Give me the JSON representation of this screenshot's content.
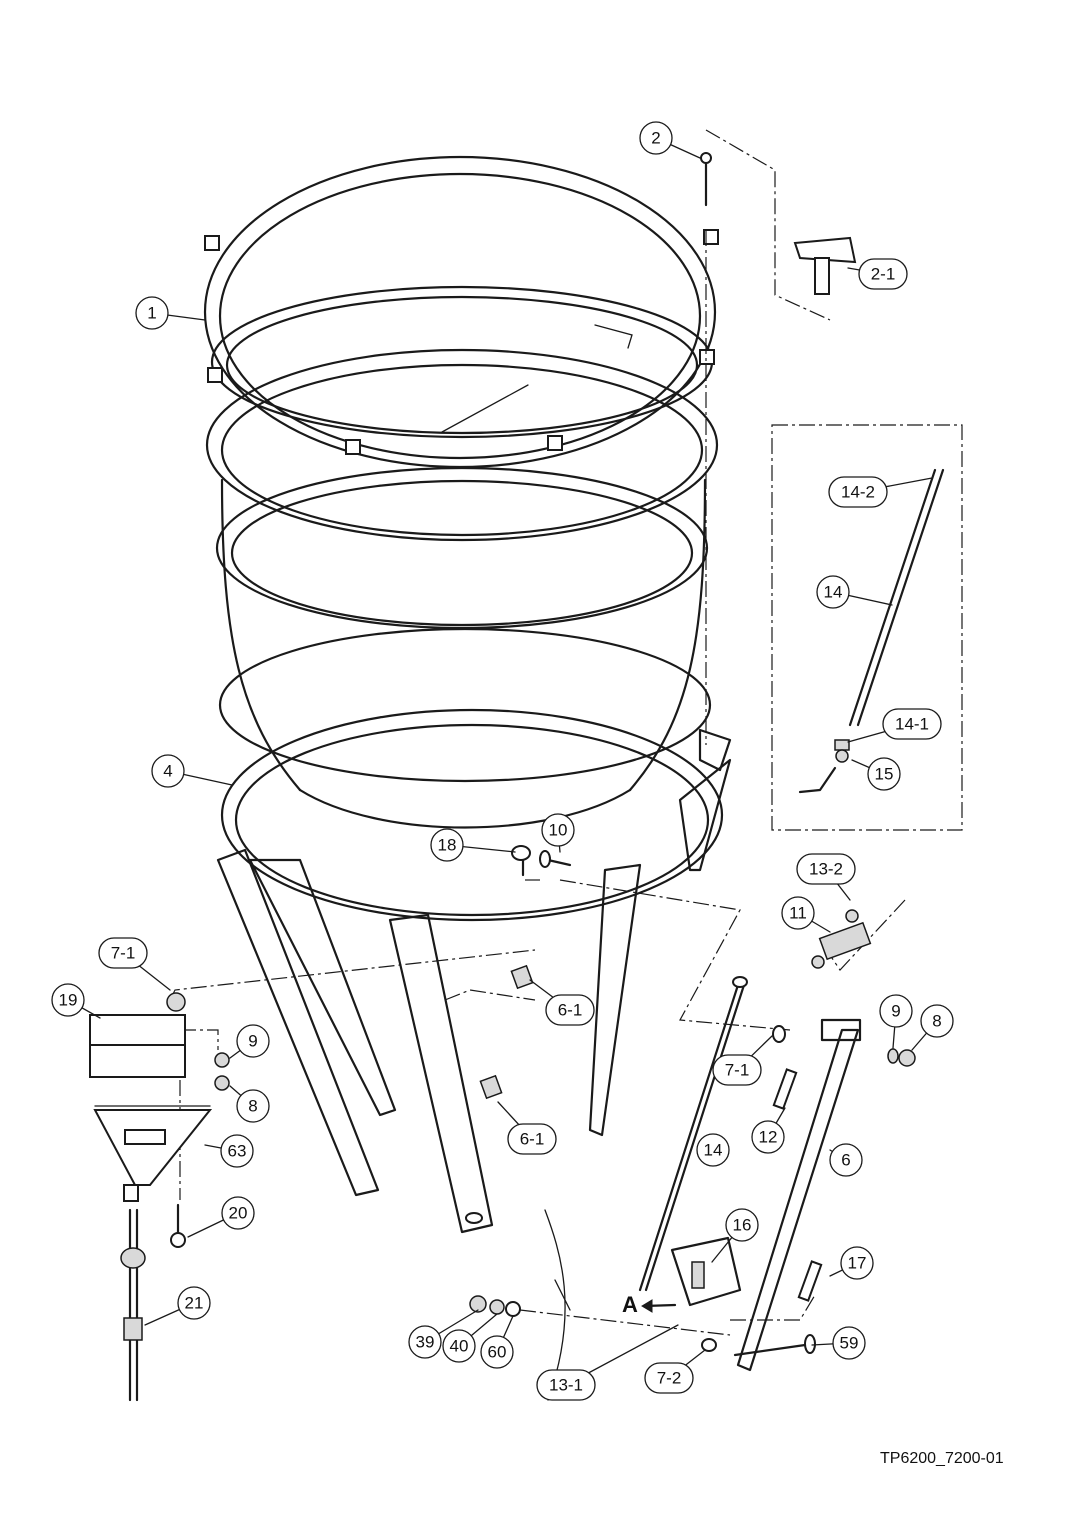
{
  "callouts": [
    {
      "id": "1",
      "shape": "circle"
    },
    {
      "id": "2",
      "shape": "circle"
    },
    {
      "id": "2-1",
      "shape": "pill"
    },
    {
      "id": "4",
      "shape": "circle"
    },
    {
      "id": "14-2",
      "shape": "pill"
    },
    {
      "id": "14",
      "shape": "circle"
    },
    {
      "id": "14-1",
      "shape": "pill"
    },
    {
      "id": "15",
      "shape": "circle"
    },
    {
      "id": "18",
      "shape": "circle"
    },
    {
      "id": "10",
      "shape": "circle"
    },
    {
      "id": "13-2",
      "shape": "pill"
    },
    {
      "id": "11",
      "shape": "circle"
    },
    {
      "id": "7-1",
      "shape": "pill"
    },
    {
      "id": "19",
      "shape": "circle"
    },
    {
      "id": "9",
      "shape": "circle"
    },
    {
      "id": "8",
      "shape": "circle"
    },
    {
      "id": "6-1",
      "shape": "pill"
    },
    {
      "id": "9",
      "shape": "circle"
    },
    {
      "id": "8",
      "shape": "circle"
    },
    {
      "id": "7-1",
      "shape": "pill"
    },
    {
      "id": "6-1",
      "shape": "pill"
    },
    {
      "id": "12",
      "shape": "circle"
    },
    {
      "id": "14",
      "shape": "circle"
    },
    {
      "id": "6",
      "shape": "circle"
    },
    {
      "id": "63",
      "shape": "circle"
    },
    {
      "id": "20",
      "shape": "circle"
    },
    {
      "id": "16",
      "shape": "circle"
    },
    {
      "id": "17",
      "shape": "circle"
    },
    {
      "id": "21",
      "shape": "circle"
    },
    {
      "id": "39",
      "shape": "circle"
    },
    {
      "id": "40",
      "shape": "circle"
    },
    {
      "id": "60",
      "shape": "circle"
    },
    {
      "id": "13-1",
      "shape": "pill"
    },
    {
      "id": "7-2",
      "shape": "pill"
    },
    {
      "id": "59",
      "shape": "circle"
    }
  ],
  "view_marker": "A",
  "figure_id": "TP6200_7200-01"
}
